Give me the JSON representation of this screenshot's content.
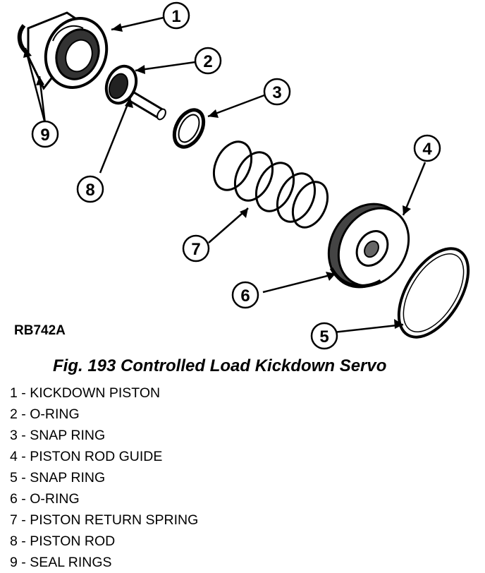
{
  "diagram": {
    "code": "RB742A",
    "caption": "Fig. 193 Controlled Load Kickdown Servo",
    "callouts": [
      "1",
      "2",
      "3",
      "4",
      "5",
      "6",
      "7",
      "8",
      "9"
    ]
  },
  "legend": [
    {
      "number": "1",
      "label": "KICKDOWN PISTON"
    },
    {
      "number": "2",
      "label": "O-RING"
    },
    {
      "number": "3",
      "label": "SNAP RING"
    },
    {
      "number": "4",
      "label": "PISTON ROD GUIDE"
    },
    {
      "number": "5",
      "label": "SNAP RING"
    },
    {
      "number": "6",
      "label": "O-RING"
    },
    {
      "number": "7",
      "label": "PISTON RETURN SPRING"
    },
    {
      "number": "8",
      "label": "PISTON ROD"
    },
    {
      "number": "9",
      "label": "SEAL RINGS"
    }
  ],
  "colors": {
    "ink": "#000000",
    "paper": "#ffffff"
  }
}
